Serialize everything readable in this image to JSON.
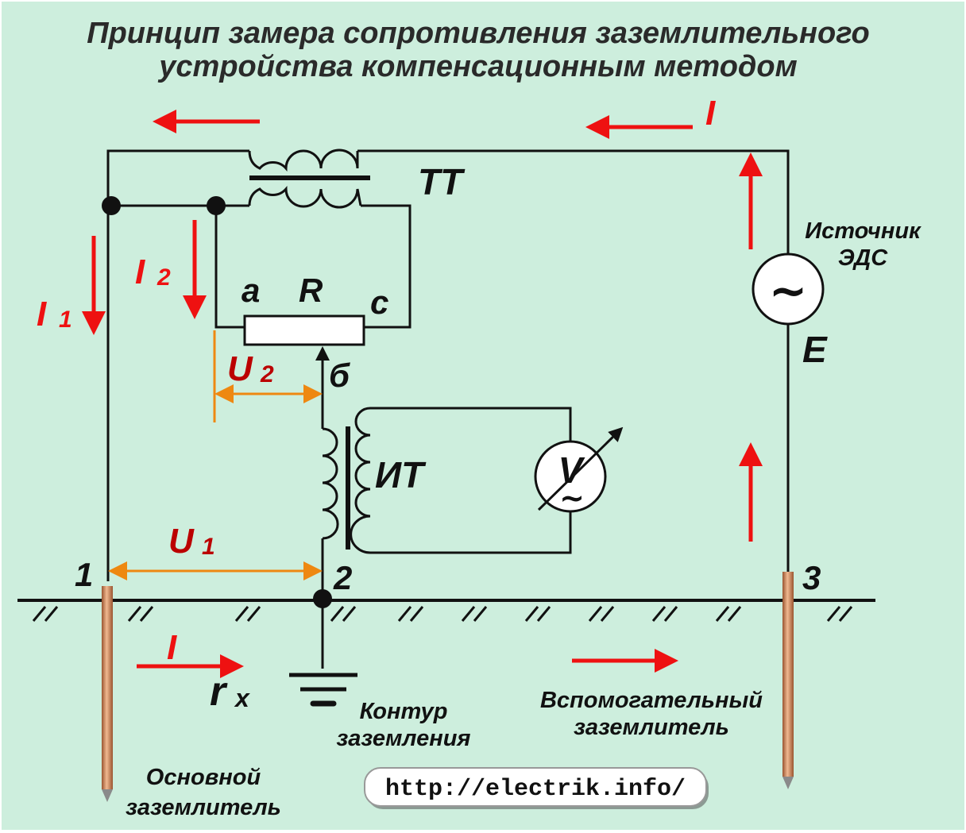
{
  "title": {
    "line1": "Принцип замера сопротивления заземлительного",
    "line2": "устройства компенсационным методом"
  },
  "labels": {
    "current_transformer": "ТТ",
    "measuring_transformer": "ИТ",
    "resistor": "R",
    "node_a": "a",
    "node_c": "c",
    "node_b": "б",
    "current_total": "I",
    "current_1": "I",
    "current_1_sub": "1",
    "current_2": "I",
    "current_2_sub": "2",
    "voltage_1": "U",
    "voltage_1_sub": "1",
    "voltage_2": "U",
    "voltage_2_sub": "2",
    "point_1": "1",
    "point_2": "2",
    "point_3": "3",
    "source_line1": "Источник",
    "source_line2": "ЭДС",
    "source_symbol": "~",
    "emf": "E",
    "voltmeter_v": "V",
    "voltmeter_tilde": "~",
    "resistance_rx": "r",
    "resistance_rx_sub": "x",
    "ground_loop_line1": "Контур",
    "ground_loop_line2": "заземления",
    "aux_electrode_line1": "Вспомогательный",
    "aux_electrode_line2": "заземлитель",
    "main_electrode_line1": "Основной",
    "main_electrode_line2": "заземлитель"
  },
  "footer": {
    "url": "http://electrik.info/"
  },
  "colors": {
    "background": "#cdeedd",
    "current_arrows": "#ee1111",
    "voltage_markers": "#ee8811",
    "voltage_labels": "#bb0000",
    "electrode": "#d08a5a"
  }
}
